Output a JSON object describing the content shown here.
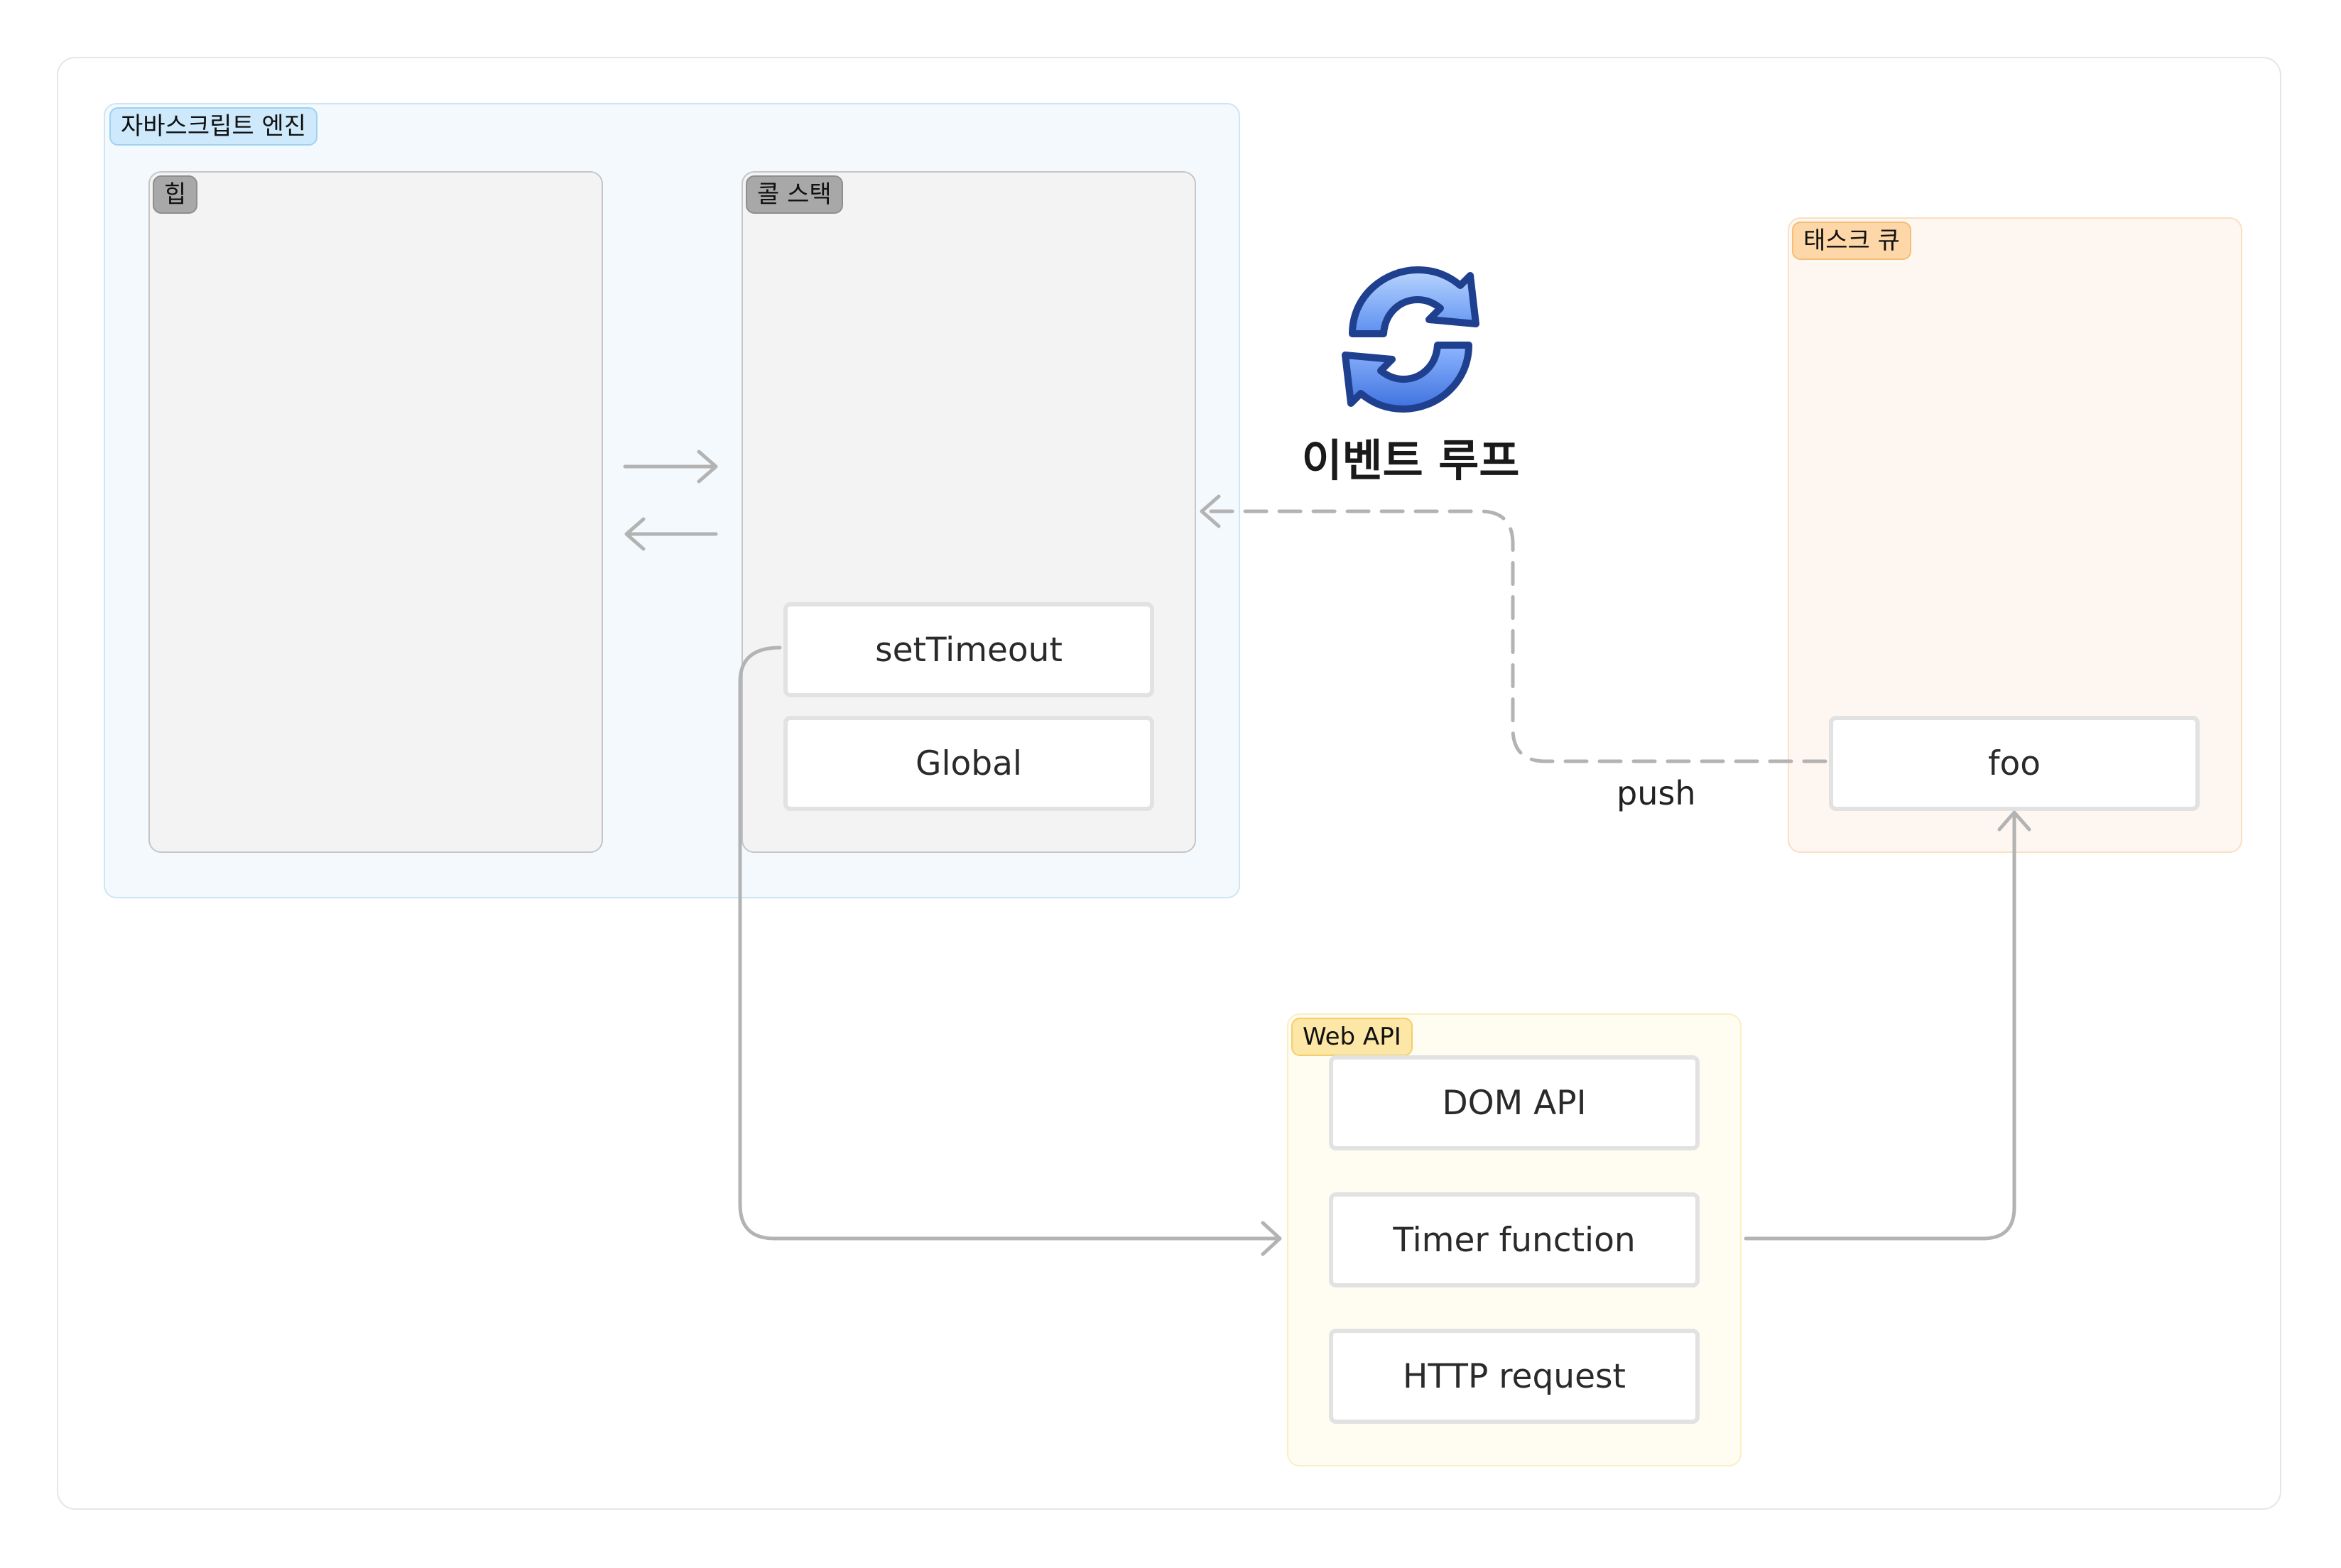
{
  "engine": {
    "label": "자바스크립트 엔진"
  },
  "heap": {
    "label": "힙"
  },
  "call_stack": {
    "label": "콜 스택",
    "frames": [
      "setTimeout",
      "Global"
    ]
  },
  "event_loop": {
    "label": "이벤트 루프",
    "icon": "refresh-cycle-icon"
  },
  "task_queue": {
    "label": "태스크 큐",
    "items": [
      "foo"
    ]
  },
  "web_api": {
    "label": "Web API",
    "items": [
      "DOM API",
      "Timer function",
      "HTTP request"
    ]
  },
  "edges": {
    "push_label": "push"
  },
  "colors": {
    "engine_bg": "#f4f9fd",
    "engine_border": "#cde6f5",
    "engine_tag": "#cde9fb",
    "heap_bg": "#f3f3f3",
    "gray_tag": "#a8a8a8",
    "queue_bg": "#fef7f1",
    "queue_border": "#fadfc1",
    "queue_tag": "#fdd7a7",
    "webapi_bg": "#fffdf1",
    "webapi_border": "#fbeec2",
    "webapi_tag": "#fde7a7",
    "edge": "#b3b3b3"
  }
}
